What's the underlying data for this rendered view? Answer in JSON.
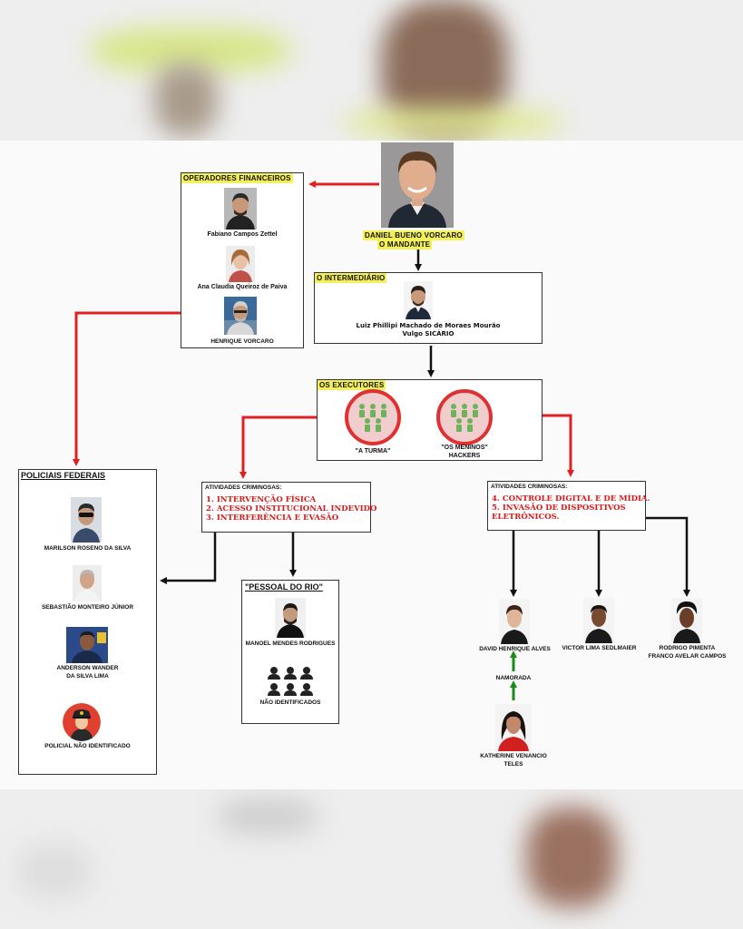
{
  "mandante": {
    "name": "DANIEL BUENO VORCARO",
    "role": "O MANDANTE"
  },
  "operadores": {
    "title": "OPERADORES FINANCEIROS",
    "members": [
      "Fabiano Campos Zettel",
      "Ana Claudia Queiroz de Paiva",
      "HENRIQUE VORCARO"
    ]
  },
  "intermediario": {
    "title": "O INTERMEDIÁRIO",
    "name": "Luiz Phillipi Machado de Moraes Mourão",
    "alias": "Vulgo SICÁRIO"
  },
  "executores": {
    "title": "OS EXECUTORES",
    "groups": [
      {
        "label": "\"A TURMA\""
      },
      {
        "label": "\"OS MENINOS\"",
        "sub": "HACKERS"
      }
    ]
  },
  "atividades_turma": {
    "header": "ATIVIDADES CRIMINOSAS:",
    "items": [
      "1. INTERVENÇÃO FÍSICA",
      "2. ACESSO INSTITUCIONAL INDEVIDO",
      "3. INTERFERÊNCIA E EVASÃO"
    ]
  },
  "atividades_meninos": {
    "header": "ATIVIDADES CRIMINOSAS:",
    "items": [
      "4. CONTROLE DIGITAL E DE MÍDIA.",
      "5. INVASÃO DE DISPOSITIVOS",
      "ELETRÔNICOS."
    ]
  },
  "policiais": {
    "title": "POLICIAIS FEDERAIS",
    "members": [
      {
        "name": "MARILSON ROSENO DA SILVA"
      },
      {
        "name": "SEBASTIÃO MONTEIRO JÚNIOR"
      },
      {
        "name": "ANDERSON WANDER",
        "name2": "DA SILVA LIMA"
      },
      {
        "name": "POLICIAL NÃO IDENTIFICADO"
      }
    ]
  },
  "pessoal_rio": {
    "title": "\"PESSOAL DO RIO\"",
    "members": [
      "MANOEL MENDES RODRIGUES",
      "NÃO IDENTIFICADOS"
    ]
  },
  "hackers": [
    {
      "name": "DAVID HENRIQUE ALVES"
    },
    {
      "name": "VICTOR LIMA SEDLMAIER"
    },
    {
      "name": "RODRIGO PIMENTA",
      "name2": "FRANCO AVELAR CAMPOS"
    }
  ],
  "namorada": {
    "label": "NAMORADA",
    "name": "KATHERINE VENANCIO",
    "name2": "TELES"
  },
  "colors": {
    "red_arrow": "#e02020",
    "green_arrow": "#1a8a1a",
    "highlight": "#f3f05a",
    "list_red": "#d61a1a"
  }
}
